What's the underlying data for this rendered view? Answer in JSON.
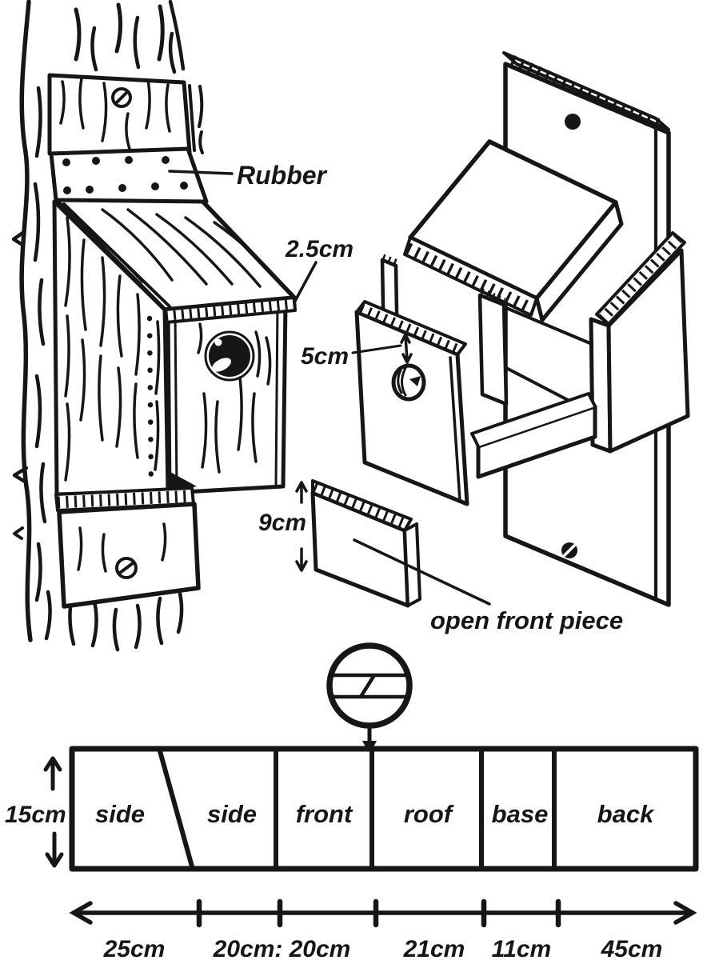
{
  "colors": {
    "ink": "#161616",
    "paper": "#ffffff"
  },
  "mounted_view": {
    "rubber_label": "Rubber",
    "roof_overhang_label": "2.5cm"
  },
  "exploded_view": {
    "entrance_hole_offset_label": "5cm",
    "open_front_height_label": "9cm",
    "open_front_piece_label": "open front piece"
  },
  "cutting_plan": {
    "plank_height_label": "15cm",
    "pieces": [
      {
        "name": "side",
        "width_label": "25cm"
      },
      {
        "name": "side",
        "width_label": "20cm:"
      },
      {
        "name": "front",
        "width_label": "20cm"
      },
      {
        "name": "roof",
        "width_label": "21cm"
      },
      {
        "name": "base",
        "width_label": "11cm"
      },
      {
        "name": "back",
        "width_label": "45cm"
      }
    ]
  }
}
